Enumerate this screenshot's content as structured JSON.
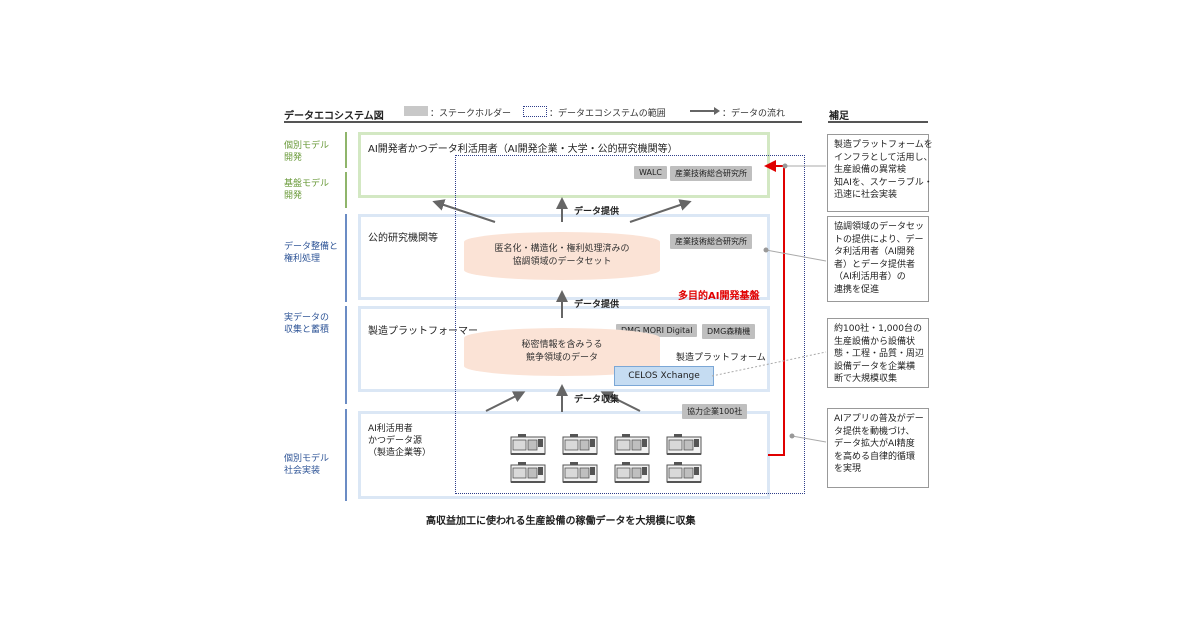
{
  "header": {
    "title": "データエコシステム図",
    "legend_stakeholder": "：ステークホルダー",
    "legend_range": "：データエコシステムの範囲",
    "legend_flow": "：データの流れ",
    "supplement": "補足"
  },
  "left_labels": {
    "individual_model_dev": "個別モデル\n開発",
    "base_model_dev": "基盤モデル\n開発",
    "data_prep": "データ整備と\n権利処理",
    "real_data": "実データの\n収集と蓄積",
    "social_impl": "個別モデル\n社会実装"
  },
  "layers": {
    "ai_dev": {
      "title": "AI開発者かつデータ利活用者（AI開発企業・大学・公的研究機関等）",
      "chips": [
        "WALC",
        "産業技術総合研究所"
      ]
    },
    "public_research": {
      "title": "公的研究機関等",
      "chip": "産業技術総合研究所",
      "dataset": "匿名化・構造化・権利処理済みの\n協調領域のデータセット"
    },
    "platform": {
      "title": "製造プラットフォーマー",
      "chips": [
        "DMG MORI Digital",
        "DMG森精機"
      ],
      "dataset": "秘密情報を含みうる\n競争領域のデータ",
      "platform_label": "製造プラットフォーム",
      "celos": "CELOS Xchange"
    },
    "users": {
      "title": "AI利活用者\nかつデータ源\n（製造企業等）",
      "chip": "協力企業100社"
    }
  },
  "flows": {
    "provide_top": "データ提供",
    "provide_mid": "データ提供",
    "collect": "データ収集"
  },
  "red_label": "多目的AI開発基盤",
  "notes": [
    "製造プラットフォームを\nインフラとして活用し、\n生産設備の異常検\n知AIを、スケーラブル・\n迅速に社会実装",
    "協調領域のデータセッ\nトの提供により、デー\nタ利活用者（AI開発\n者）とデータ提供者\n（AI利活用者）の\n連携を促進",
    "約100社・1,000台の\n生産設備から設備状\n態・工程・品質・周辺\n設備データを企業横\n断で大規模収集",
    "AIアプリの普及がデー\nタ提供を動機づけ、\nデータ拡大がAI精度\nを高める自律的循環\nを実現"
  ],
  "caption": "高収益加工に使われる生産設備の稼働データを大規模に収集",
  "colors": {
    "green_border": "#d3e8c3",
    "blue_border": "#dbe7f5",
    "dataset_fill": "#fbe3d6",
    "red": "#e00000",
    "range_border": "#2f3e8a"
  }
}
